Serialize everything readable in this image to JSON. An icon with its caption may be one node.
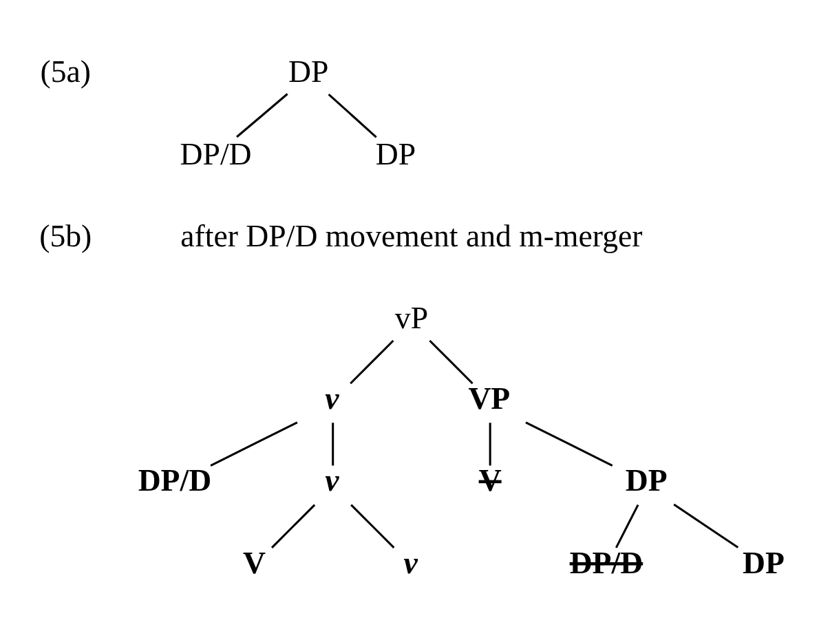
{
  "diagram": {
    "nodes": [
      {
        "text": [
          "DP"
        ]
      },
      {
        "text": [
          "DP/D"
        ]
      },
      {
        "text": [
          "DP"
        ]
      },
      {
        "text": [
          "vP"
        ]
      },
      {
        "text": [
          "v"
        ]
      },
      {
        "text": [
          "VP"
        ]
      },
      {
        "text": [
          "DP/D"
        ]
      },
      {
        "text": [
          "v"
        ]
      },
      {
        "text": [
          "V"
        ]
      },
      {
        "text": [
          "DP"
        ]
      },
      {
        "text": [
          "V"
        ]
      },
      {
        "text": [
          "v"
        ]
      },
      {
        "text": [
          "DP/D"
        ]
      },
      {
        "text": [
          "DP"
        ]
      }
    ],
    "edges": [
      {
        "from": 0,
        "to": 1,
        "arrow": "none"
      },
      {
        "from": 0,
        "to": 2,
        "arrow": "none"
      },
      {
        "from": 3,
        "to": 4,
        "arrow": "none"
      },
      {
        "from": 3,
        "to": 5,
        "arrow": "none"
      },
      {
        "from": 4,
        "to": 6,
        "arrow": "none"
      },
      {
        "from": 4,
        "to": 7,
        "arrow": "none"
      },
      {
        "from": 5,
        "to": 8,
        "arrow": "none"
      },
      {
        "from": 5,
        "to": 9,
        "arrow": "none"
      },
      {
        "from": 7,
        "to": 10,
        "arrow": "none"
      },
      {
        "from": 7,
        "to": 11,
        "arrow": "none"
      },
      {
        "from": 9,
        "to": 12,
        "arrow": "none"
      },
      {
        "from": 9,
        "to": 13,
        "arrow": "none"
      }
    ],
    "labels": [
      "(5a)",
      "(5b)",
      "after DP/D movement and m-merger"
    ]
  }
}
